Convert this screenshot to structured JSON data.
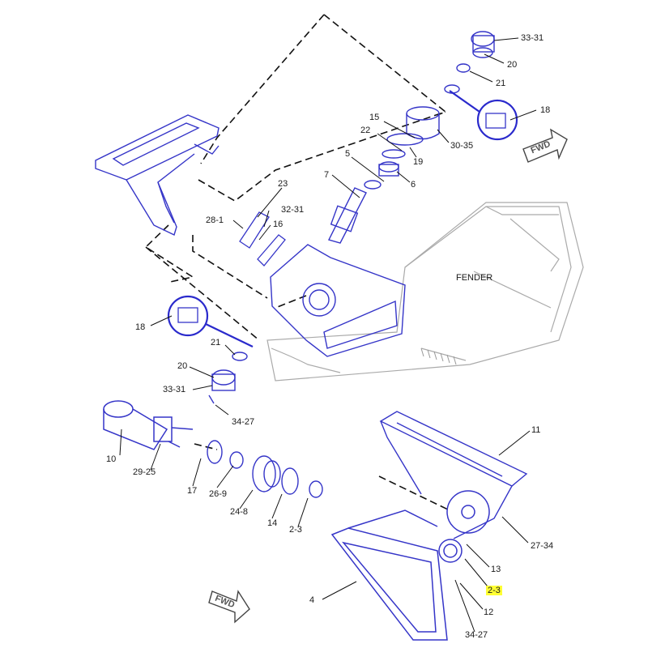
{
  "diagram": {
    "fender_label": "FENDER",
    "fwd_label": "FWD",
    "callouts": {
      "c33_31_top": "33-31",
      "c20_top": "20",
      "c21_top": "21",
      "c18_top": "18",
      "c15": "15",
      "c22": "22",
      "c30_35": "30-35",
      "c19": "19",
      "c5": "5",
      "c6": "6",
      "c7": "7",
      "c23": "23",
      "c28_1": "28-1",
      "c32_31": "32-31",
      "c16": "16",
      "c18_left": "18",
      "c21_left": "21",
      "c20_left": "20",
      "c33_31_left": "33-31",
      "c34_27_mid": "34-27",
      "c10": "10",
      "c29_25": "29-25",
      "c17": "17",
      "c26_9": "26-9",
      "c24_8": "24-8",
      "c14": "14",
      "c2_3_left": "2-3",
      "c11": "11",
      "c27_34": "27-34",
      "c13": "13",
      "c2_3_hl": "2-3",
      "c12": "12",
      "c4": "4",
      "c34_27_bottom": "34-27"
    }
  }
}
